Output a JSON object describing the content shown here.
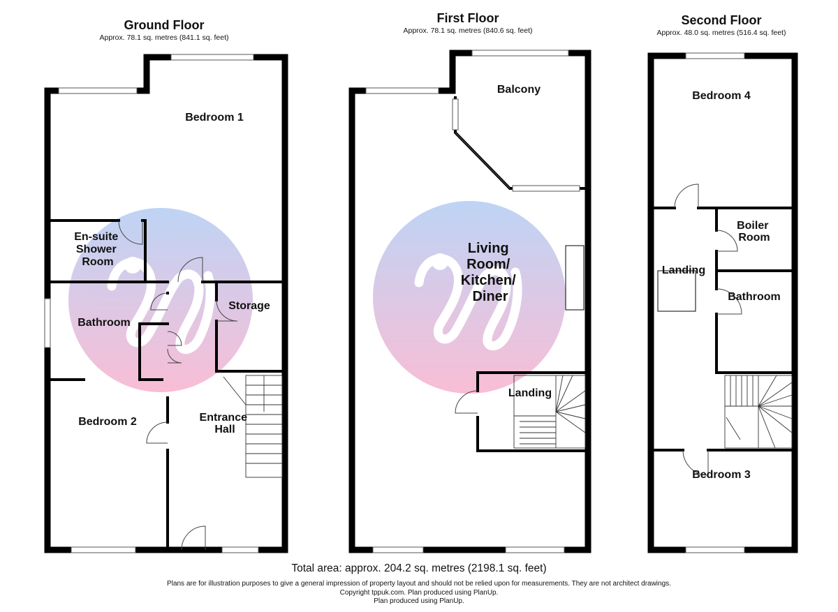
{
  "floors": {
    "ground": {
      "title": "Ground Floor",
      "area": "Approx. 78.1 sq. metres (841.1 sq. feet)",
      "rooms": {
        "bedroom1": "Bedroom 1",
        "ensuite": [
          "En-suite",
          "Shower",
          "Room"
        ],
        "bathroom": "Bathroom",
        "storage": "Storage",
        "bedroom2": "Bedroom 2",
        "hall": [
          "Entrance",
          "Hall"
        ]
      }
    },
    "first": {
      "title": "First Floor",
      "area": "Approx. 78.1 sq. metres (840.6 sq. feet)",
      "rooms": {
        "balcony": "Balcony",
        "living": [
          "Living",
          "Room/",
          "Kitchen/",
          "Diner"
        ],
        "landing": "Landing"
      }
    },
    "second": {
      "title": "Second Floor",
      "area": "Approx. 48.0 sq. metres (516.4 sq. feet)",
      "rooms": {
        "bedroom4": "Bedroom 4",
        "boiler": [
          "Boiler",
          "Room"
        ],
        "landing": "Landing",
        "bathroom": "Bathroom",
        "bedroom3": "Bedroom 3"
      }
    }
  },
  "footer": {
    "total": "Total area: approx. 204.2 sq. metres (2198.1 sq. feet)",
    "disclaimer": "Plans are for illustration purposes to give a general impression of property layout and should not be relied upon for measurements. They are not architect drawings.",
    "copyright": "Copyright tppuk.com. Plan produced using PlanUp.",
    "produced": "Plan produced using PlanUp."
  },
  "colors": {
    "wall": "#000000",
    "watermark_pink": "#f7a8c8",
    "watermark_blue": "#a9c6f2"
  },
  "watermark_icon": "agent-logo-icon"
}
